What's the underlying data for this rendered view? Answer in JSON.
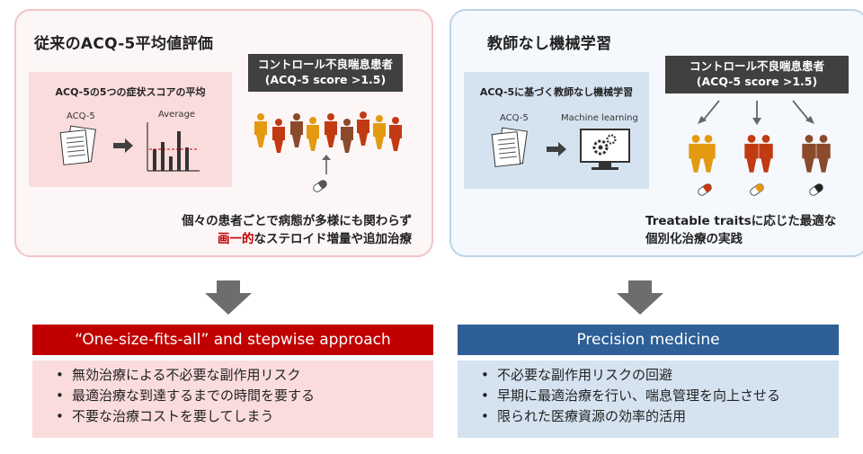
{
  "left_panel": {
    "title": "従来のACQ-5平均値評価",
    "inner_title": "ACQ-5の5つの症状スコアの平均",
    "acq_label": "ACQ-5",
    "average_label": "Average",
    "patient_label_line1": "コントロール不良喘息患者",
    "patient_label_line2": "(ACQ-5 score >1.5)",
    "description_line1": "個々の患者ごとで病態が多様にも関わらず",
    "description_accent": "画一的",
    "description_line2": "なステロイド増量や追加治療",
    "colors": {
      "border": "#f2c4c6",
      "background": "#fdf6f6",
      "inner": "#fbdcdd"
    }
  },
  "right_panel": {
    "title": "教師なし機械学習",
    "inner_title": "ACQ-5に基づく教師なし機械学習",
    "acq_label": "ACQ-5",
    "ml_label": "Machine learning",
    "patient_label_line1": "コントロール不良喘息患者",
    "patient_label_line2": "(ACQ-5 score >1.5)",
    "description_line1": "Treatable traitsに応じた最適な",
    "description_line2": "個別化治療の実践",
    "colors": {
      "border": "#bcd4ea",
      "background": "#f5f8fc",
      "inner": "#d5e3f1"
    }
  },
  "left_result": {
    "banner": "“One-size-fits-all” and stepwise approach",
    "items": [
      "無効治療による不必要な副作用リスク",
      "最適治療な到達するまでの時間を要する",
      "不要な治療コストを要してしまう"
    ],
    "colors": {
      "banner": "#c00000",
      "list": "#fbdcdd"
    }
  },
  "right_result": {
    "banner": "Precision medicine",
    "items": [
      "不必要な副作用リスクの回避",
      "早期に最適治療を行い、喘息管理を向上させる",
      "限られた医療資源の効率的活用"
    ],
    "colors": {
      "banner": "#2e5f96",
      "list": "#d5e3f1"
    }
  },
  "icons": {
    "document": "document-icon",
    "arrow": "right-arrow-icon",
    "bar_chart": "bar-chart-icon",
    "computer": "computer-gear-icon",
    "people": "people-icon",
    "pill": "pill-icon",
    "down_arrow": "down-arrow-icon"
  }
}
